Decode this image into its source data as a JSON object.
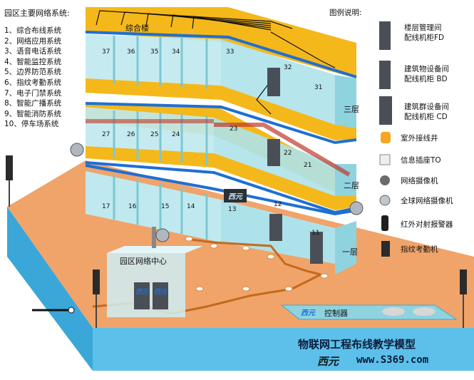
{
  "systems": {
    "title": "园区主要网络系统:",
    "items": [
      "1、综合布线系统",
      "2、网络应用系统",
      "3、语音电话系统",
      "4、智能监控系统",
      "5、边界防范系统",
      "6、指纹考勤系统",
      "7、电子门禁系统",
      "8、智能广播系统",
      "9、智能消防系统",
      "10、停车场系统"
    ]
  },
  "legend": {
    "title": "图例说明:",
    "items": [
      {
        "icon": "fd-cabinet-icon",
        "line1": "楼层管理间",
        "line2": "配线机柜FD"
      },
      {
        "icon": "bd-cabinet-icon",
        "line1": "建筑物设备间",
        "line2": "配线机柜 BD"
      },
      {
        "icon": "cd-cabinet-icon",
        "line1": "建筑群设备间",
        "line2": "配线机柜 CD"
      },
      {
        "icon": "manhole-icon",
        "line1": "室外接线井",
        "line2": ""
      },
      {
        "icon": "info-outlet-icon",
        "line1": "信息插座TO",
        "line2": ""
      },
      {
        "icon": "network-camera-icon",
        "line1": "网络摄像机",
        "line2": ""
      },
      {
        "icon": "dome-camera-icon",
        "line1": "全球网络摄像机",
        "line2": ""
      },
      {
        "icon": "ir-alarm-icon",
        "line1": "红外对射报警器",
        "line2": ""
      },
      {
        "icon": "fingerprint-icon",
        "line1": "指纹考勤机",
        "line2": ""
      }
    ]
  },
  "building": {
    "name": "综合楼",
    "floors": [
      "三层",
      "二层",
      "一层"
    ],
    "rooms_3": [
      "37",
      "36",
      "35",
      "34",
      "33",
      "32",
      "31"
    ],
    "rooms_2": [
      "27",
      "26",
      "25",
      "24",
      "23",
      "22",
      "21"
    ],
    "rooms_1": [
      "17",
      "16",
      "15",
      "14",
      "13",
      "12",
      "11"
    ]
  },
  "campus": {
    "network_center": "园区网络中心",
    "controller": "控制器",
    "brand": "西元"
  },
  "footer": {
    "title": "物联网工程布线教学模型",
    "brand": "西元",
    "site": "www.S369.com"
  },
  "colors": {
    "ground": "#f0a46a",
    "base_side": "#5cc0ea",
    "floor_slab": "#f5b81a",
    "floor_edge": "#1e6fd4",
    "wall": "#bfe9ef",
    "wall_dark": "#8fd3df"
  }
}
